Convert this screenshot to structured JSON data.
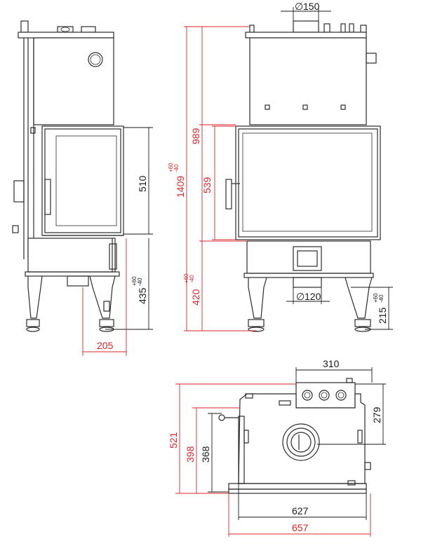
{
  "dimensions": {
    "pipe_top": "150",
    "pipe_bottom": "120",
    "glass_height": "510",
    "glass_height_front": "539",
    "top_height": "989",
    "total_height": "1409",
    "total_height_tol_plus": "+60",
    "total_height_tol_minus": "-40",
    "base_height_side": "435",
    "base_height_side_tol_plus": "+60",
    "base_height_side_tol_minus": "-40",
    "base_height_front": "420",
    "base_height_front_tol_plus": "+60",
    "base_height_front_tol_minus": "-40",
    "leg_height": "215",
    "leg_height_tol_plus": "+60",
    "leg_height_tol_minus": "-40",
    "depth_offset": "205",
    "plan_offset": "310",
    "plan_depth_back": "279",
    "plan_depth_total": "521",
    "plan_depth_mid": "398",
    "plan_depth_inner": "368",
    "plan_width_inner": "627",
    "plan_width_total": "657",
    "diameter_symbol": "∅"
  },
  "colors": {
    "accent": "#d9252a",
    "line": "#2b2b2b"
  }
}
